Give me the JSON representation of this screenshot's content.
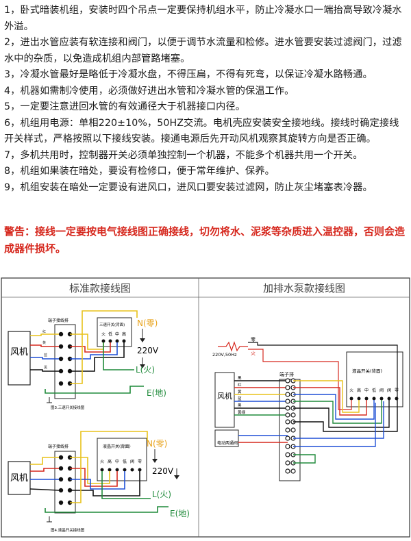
{
  "instructions": [
    "1，卧式暗装机组，安装时四个吊点一定要保持机组水平，防止冷凝水口一端抬高导致冷凝水外溢。",
    "2，进出水管应装有软连接和阀门，以便于调节水流量和检修。进水管要安装过滤阀门，过滤水中的杂质，以免造成机组内部管路堵塞。",
    "3，冷凝水管最好是略低于冷凝水盘，不得压扁，不得有死弯，以保证冷凝水路畅通。",
    "4，机器如需制冷使用，必须做好进出水管和冷凝水管的保温工作。",
    "5，一定要注意进回水管的有效通径大于机器接口内径。",
    "6，机组用电源：单相220±10%，50HZ交流。电机壳应安装安全接地线。接线时确定接线开关样式，严格按照以下接线安装。接通电源后先开动风机观察其旋转方向是否正确。",
    "7，多机共用时，控制器开关必须单独控制一个机器，不能多个机器共用一个开关。",
    "8，机组如果装在暗处，要设有检修口，便于常年维护、保养。",
    "9，机组安装在暗处一定要设有进风口，进风口要安装过滤网，防止灰尘堵塞表冷器。"
  ],
  "warning": "警告：接线一定要按电气接线图正确接线，切勿将水、泥浆等杂质进入温控器，否则会造成器件损坏。",
  "colors": {
    "warning": "#d6281e",
    "blue": "#1e4fd6",
    "red": "#d6281e",
    "yellow": "#e8c21a",
    "green": "#1f8a3a",
    "black": "#111111"
  },
  "left_panel": {
    "title": "标准款接线图",
    "fan_label": "风机",
    "fig1": {
      "terminal_label": "端子接线排",
      "switch_label": "三速开关(背面)",
      "switch_terminals": [
        "火",
        "低",
        "中",
        "高"
      ],
      "n_label": "N(零)",
      "voltage": "220V",
      "l_label": "L(火)",
      "e_label": "E(地)",
      "caption": "图3.三速开关接线图",
      "wire_labels": [
        "红",
        "黄",
        "蓝",
        "黑"
      ]
    },
    "fig2": {
      "terminal_label": "端子接线排",
      "switch_label": "液晶开关(背面)",
      "switch_terminals": [
        "火",
        "高",
        "中",
        "低",
        "阀",
        "零"
      ],
      "n_label": "N(零)",
      "voltage": "220V",
      "l_label": "L(火)",
      "e_label": "E(地)",
      "caption": "图4.液晶开关接线图"
    }
  },
  "right_panel": {
    "title": "加排水泵款接线图",
    "fan_label": "风机",
    "source_label": "220V,50Hz",
    "neutral_label": "零",
    "live_label": "火",
    "terminal_label": "端子排",
    "switch_label": "液晶开关(背面)",
    "switch_terminals": [
      "火",
      "高",
      "中",
      "低",
      "阀",
      "阀",
      "零"
    ],
    "fan_wires": [
      "黑",
      "红",
      "黄",
      "蓝",
      "黑",
      "黄绿"
    ],
    "pump_label": "电动两通阀"
  }
}
